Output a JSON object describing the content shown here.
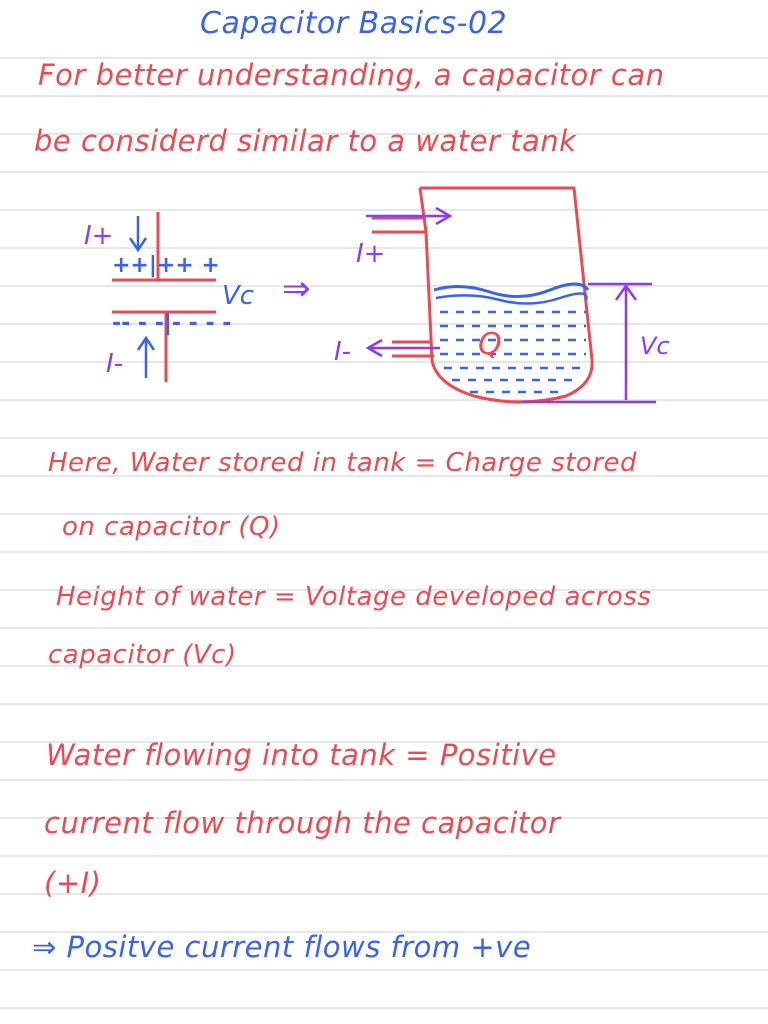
{
  "colors": {
    "ink_blue": "#3b63e6",
    "ink_red": "#ea4a52",
    "ink_purple": "#8a3df0",
    "rule_line": "#c9cfd8"
  },
  "title": "Capacitor Basics-02",
  "intro": {
    "line1": "For better understanding, a capacitor can",
    "line2": "be considerd similar to a water tank"
  },
  "diagram": {
    "current_plus": "I+",
    "current_minus": "I-",
    "plus_charges": "++|++ +",
    "minus_charges": "-- - -|- - - -",
    "voltage_label": "Vc",
    "implies_arrow": "⇒",
    "tank_current_plus": "I+",
    "tank_current_minus": "I-",
    "charge_label": "Q",
    "tank_voltage_label": "Vc"
  },
  "notes": {
    "here_line1": "Here, Water stored in tank = Charge stored",
    "here_line2": "on capacitor (Q)",
    "height_line1": "Height of water = Voltage developed across",
    "height_line2": "capacitor (Vc)",
    "flow_line1": "Water flowing into tank = Positive",
    "flow_line2": "current flow through the capacitor",
    "flow_line3": "(+I)",
    "conclusion": "⇒ Positve current flows from +ve"
  }
}
